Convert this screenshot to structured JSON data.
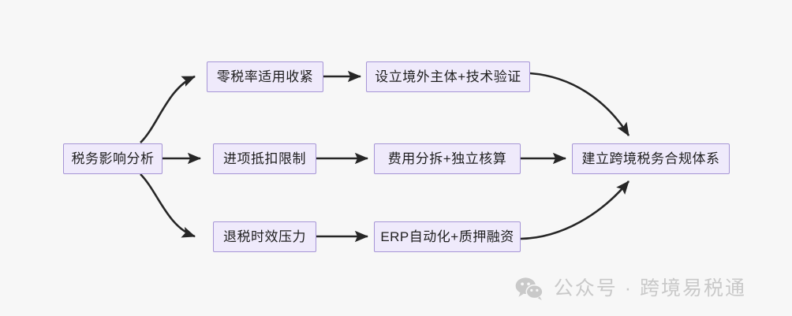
{
  "diagram": {
    "type": "flowchart",
    "direction": "left-to-right",
    "background_color": "#f7f7f7",
    "node_fill_color": "#efeafb",
    "node_border_color": "#a695d6",
    "edge_color": "#262626",
    "nodes": [
      {
        "id": "root",
        "label": "税务影响分析",
        "column": 0,
        "row": 1
      },
      {
        "id": "issue1",
        "label": "零税率适用收紧",
        "column": 1,
        "row": 0
      },
      {
        "id": "issue2",
        "label": "进项抵扣限制",
        "column": 1,
        "row": 1
      },
      {
        "id": "issue3",
        "label": "退税时效压力",
        "column": 1,
        "row": 2
      },
      {
        "id": "action1",
        "label": "设立境外主体+技术验证",
        "column": 2,
        "row": 0
      },
      {
        "id": "action2",
        "label": "费用分拆+独立核算",
        "column": 2,
        "row": 1
      },
      {
        "id": "action3",
        "label": "ERP自动化+质押融资",
        "column": 2,
        "row": 2
      },
      {
        "id": "goal",
        "label": "建立跨境税务合规体系",
        "column": 3,
        "row": 1
      }
    ],
    "edges": [
      {
        "from": "root",
        "to": "issue1",
        "style": "curved"
      },
      {
        "from": "root",
        "to": "issue2",
        "style": "straight"
      },
      {
        "from": "root",
        "to": "issue3",
        "style": "curved"
      },
      {
        "from": "issue1",
        "to": "action1",
        "style": "straight"
      },
      {
        "from": "issue2",
        "to": "action2",
        "style": "straight"
      },
      {
        "from": "issue3",
        "to": "action3",
        "style": "straight"
      },
      {
        "from": "action1",
        "to": "goal",
        "style": "curved"
      },
      {
        "from": "action2",
        "to": "goal",
        "style": "straight"
      },
      {
        "from": "action3",
        "to": "goal",
        "style": "curved"
      }
    ]
  },
  "watermark": {
    "icon": "wechat-icon",
    "text": "公众号 · 跨境易税通",
    "color": "#c9c9c9"
  }
}
